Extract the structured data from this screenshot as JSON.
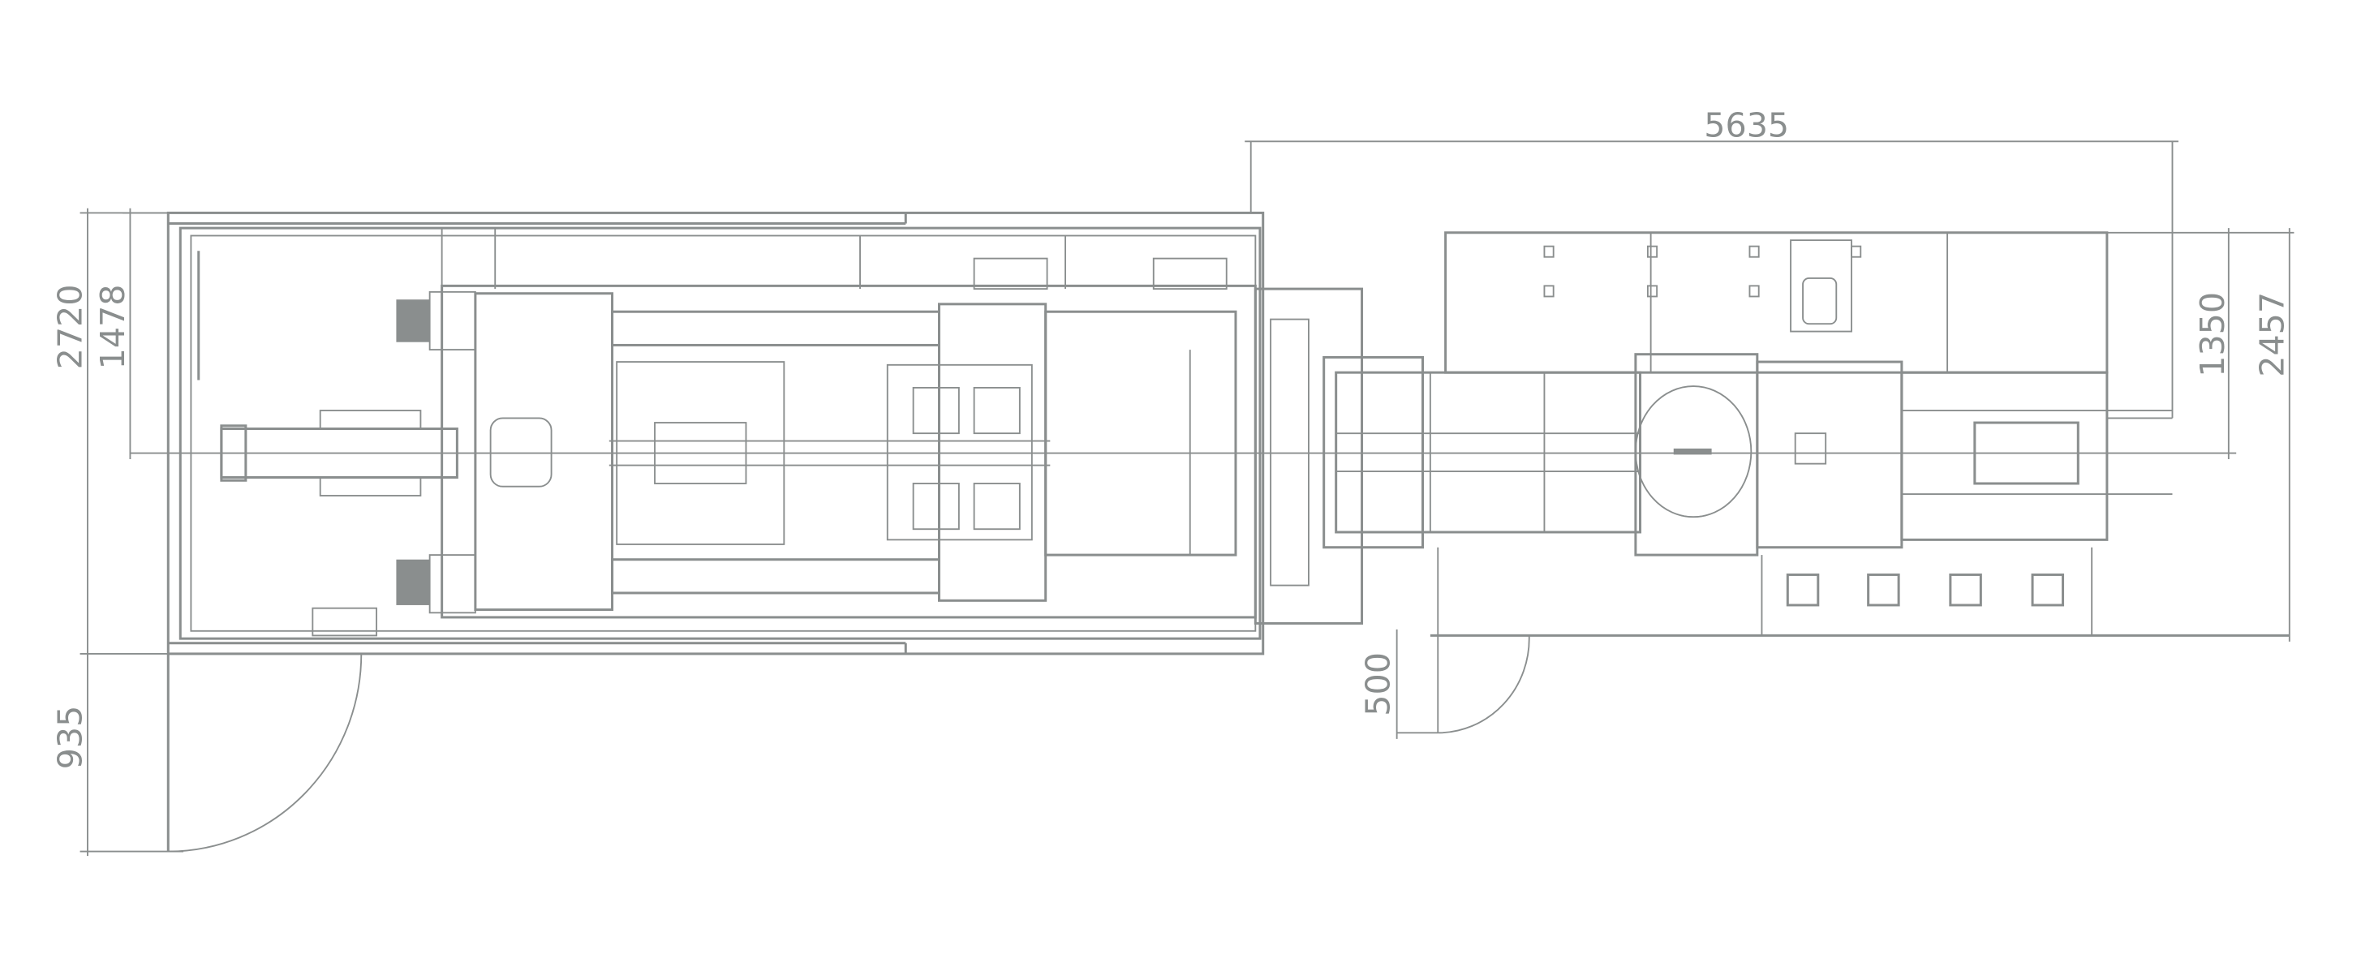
{
  "drawing": {
    "type": "machine layout plan view",
    "line_color": "#8a8e8e",
    "dimensions": {
      "overall_length_right": "5635",
      "left_overall_width": "2720",
      "left_half_width": "1478",
      "left_door": "935",
      "right_door": "500",
      "right_half_width": "1350",
      "right_overall_width": "2457"
    }
  }
}
